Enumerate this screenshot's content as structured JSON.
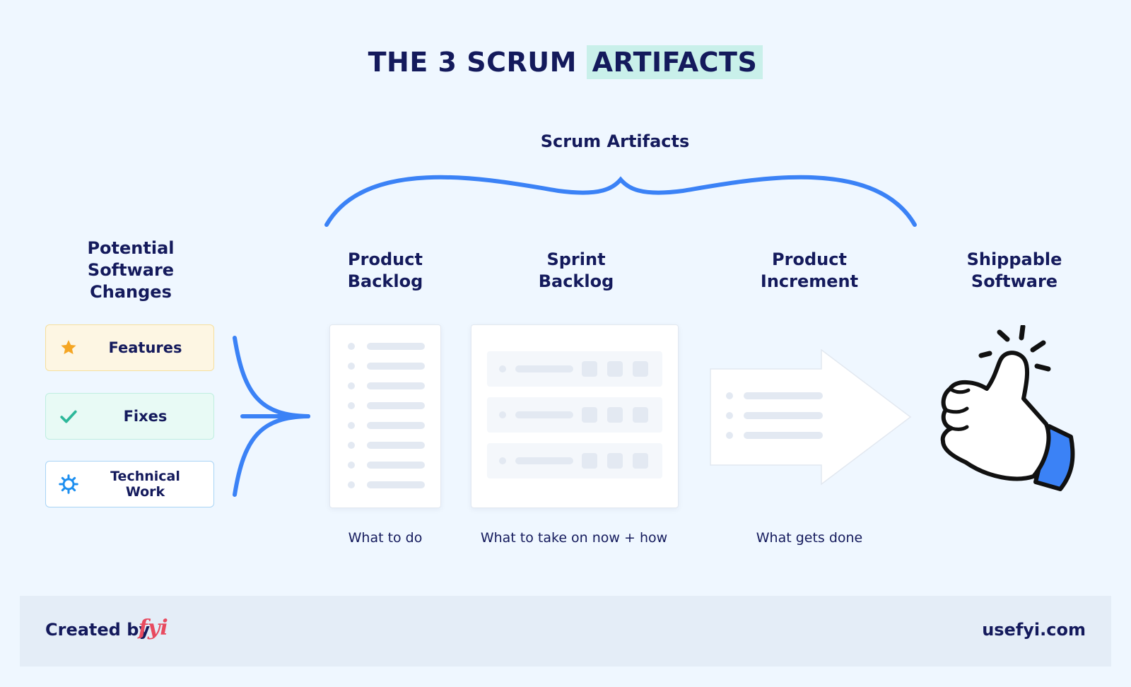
{
  "title": {
    "main": "THE 3 SCRUM",
    "highlight": "ARTIFACTS"
  },
  "brace_label": "Scrum Artifacts",
  "columns": {
    "potential": "Potential\nSoftware\nChanges",
    "product_backlog": "Product\nBacklog",
    "sprint_backlog": "Sprint\nBacklog",
    "product_increment": "Product\nIncrement",
    "shippable": "Shippable\nSoftware"
  },
  "captions": {
    "product_backlog": "What to do",
    "sprint_backlog": "What to take on now + how",
    "product_increment": "What gets done"
  },
  "changes": [
    {
      "label": "Features",
      "icon": "star-icon",
      "bg": "#fdf6e3",
      "border": "#f5df9e",
      "color": "#f5a623"
    },
    {
      "label": "Fixes",
      "icon": "check-icon",
      "bg": "#e8faf5",
      "border": "#bfeee0",
      "color": "#2db89a"
    },
    {
      "label": "Technical Work",
      "icon": "gear-icon",
      "bg": "#ffffff",
      "border": "#a9d4f5",
      "color": "#1d8ff0"
    }
  ],
  "colors": {
    "accent": "#3b82f6",
    "navy": "#141a5c",
    "brand": "#e84a5f"
  },
  "footer": {
    "created_by": "Created by",
    "brand": "fyi",
    "url": "usefyi.com"
  }
}
